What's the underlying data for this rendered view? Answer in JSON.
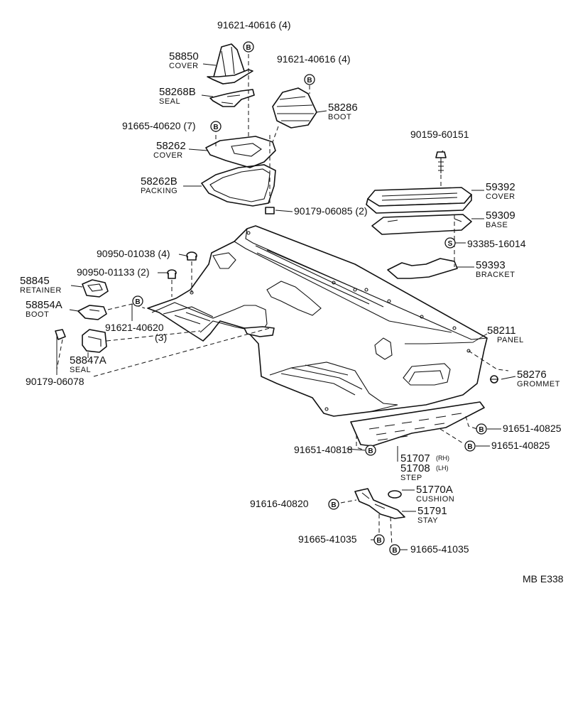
{
  "labels": {
    "p_91621_40616_a": "91621-40616 (4)",
    "p_91621_40616_b": "91621-40616 (4)",
    "p_58850": "58850",
    "n_cover_58850": "COVER",
    "p_58268B": "58268B",
    "n_seal_58268B": "SEAL",
    "p_58286": "58286",
    "n_boot_58286": "BOOT",
    "p_91665_40620": "91665-40620 (7)",
    "p_58262": "58262",
    "n_cover_58262": "COVER",
    "p_58262B": "58262B",
    "n_packing": "PACKING",
    "p_90179_06085": "90179-06085 (2)",
    "p_90159_60151": "90159-60151",
    "p_59392": "59392",
    "n_cover_59392": "COVER",
    "p_59309": "59309",
    "n_base": "BASE",
    "p_93385_16014": "93385-16014",
    "p_59393": "59393",
    "n_bracket": "BRACKET",
    "p_90950_01038": "90950-01038 (4)",
    "p_90950_01133": "90950-01133 (2)",
    "p_58845": "58845",
    "n_retainer": "RETAINER",
    "p_58854A": "58854A",
    "n_boot_58854A": "BOOT",
    "p_91621_40620": "91621-40620",
    "q_91621_40620": "(3)",
    "p_58847A": "58847A",
    "n_seal_58847A": "SEAL",
    "p_90179_06078": "90179-06078",
    "p_58211": "58211",
    "n_panel": "PANEL",
    "p_58276": "58276",
    "n_grommet": "GROMMET",
    "p_91651_40825_a": "91651-40825",
    "p_91651_40825_b": "91651-40825",
    "p_91651_40818": "91651-40818",
    "p_51707": "51707",
    "s_rh": "(RH)",
    "p_51708": "51708",
    "s_lh": "(LH)",
    "n_step": "STEP",
    "p_51770A": "51770A",
    "n_cushion": "CUSHION",
    "p_91616_40820": "91616-40820",
    "p_51791": "51791",
    "n_stay": "STAY",
    "p_91665_41035_a": "91665-41035",
    "p_91665_41035_b": "91665-41035",
    "ref_code": "MB  E338"
  },
  "badges": {
    "b": "B",
    "s": "S"
  }
}
